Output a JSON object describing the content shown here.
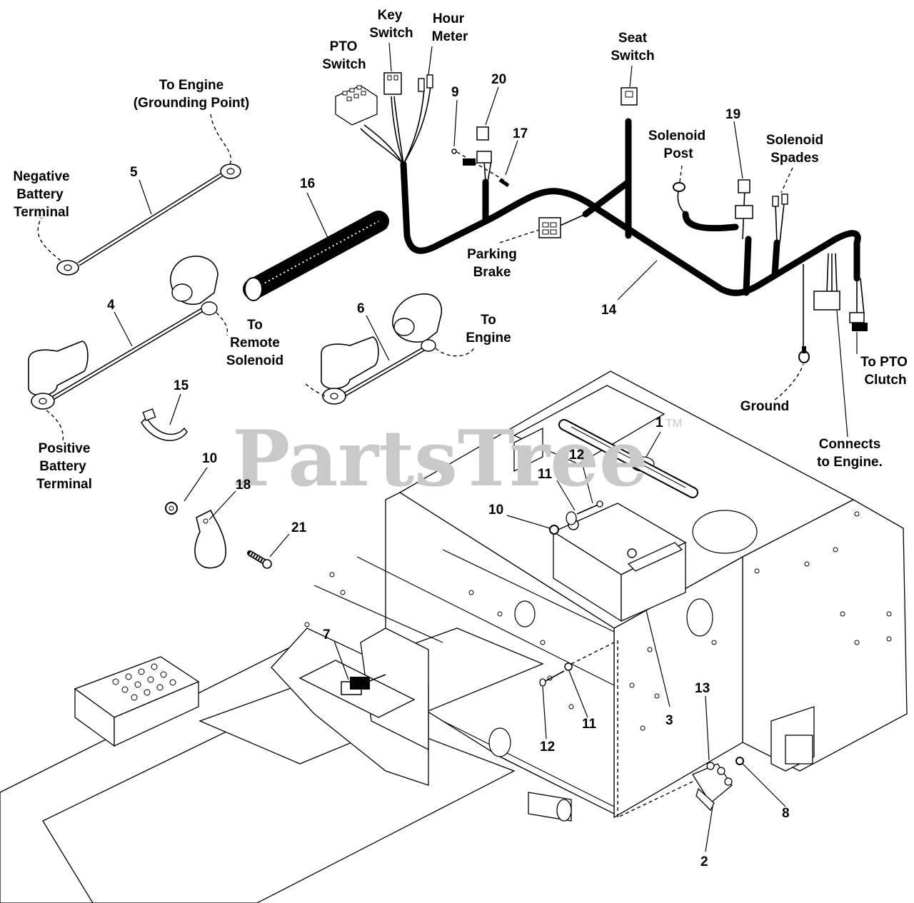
{
  "watermark": {
    "text": "PartsTree",
    "trademark": "TM"
  },
  "callouts": {
    "c1": "1",
    "c2": "2",
    "c3": "3",
    "c4": "4",
    "c5": "5",
    "c6": "6",
    "c7": "7",
    "c8": "8",
    "c9": "9",
    "c10a": "10",
    "c10b": "10",
    "c11a": "11",
    "c11b": "11",
    "c12a": "12",
    "c12b": "12",
    "c13": "13",
    "c14": "14",
    "c15": "15",
    "c16": "16",
    "c17": "17",
    "c18": "18",
    "c19": "19",
    "c20": "20",
    "c21": "21"
  },
  "labels": {
    "pto_switch": [
      "PTO",
      "Switch"
    ],
    "key_switch": [
      "Key",
      "Switch"
    ],
    "hour_meter": [
      "Hour",
      "Meter"
    ],
    "seat_switch": [
      "Seat",
      "Switch"
    ],
    "solenoid_post": [
      "Solenoid",
      "Post"
    ],
    "solenoid_spades": [
      "Solenoid",
      "Spades"
    ],
    "to_engine_ground": [
      "To Engine",
      "(Grounding Point)"
    ],
    "negative_battery": [
      "Negative",
      "Battery",
      "Terminal"
    ],
    "positive_battery": [
      "Positive",
      "Battery",
      "Terminal"
    ],
    "to_remote_solenoid": [
      "To",
      "Remote",
      "Solenoid"
    ],
    "to_engine": [
      "To",
      "Engine"
    ],
    "parking_brake": [
      "Parking",
      "Brake"
    ],
    "ground": [
      "Ground"
    ],
    "to_pto_clutch": [
      "To PTO",
      "Clutch"
    ],
    "connects_to_engine": [
      "Connects",
      "to Engine."
    ]
  }
}
